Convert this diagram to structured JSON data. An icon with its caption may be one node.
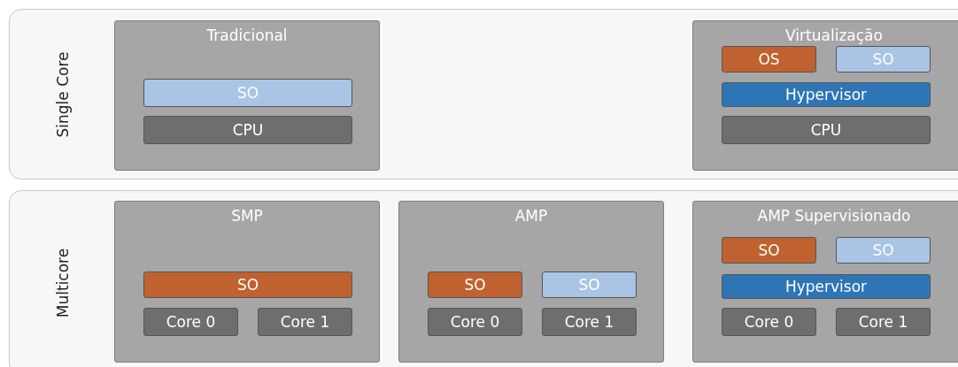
{
  "diagram": {
    "nodes": [
      {
        "text": [
          "Single Core"
        ]
      },
      {
        "text": [
          "Tradicional"
        ],
        "in": 0
      },
      {
        "text": [
          "SO"
        ],
        "in": 1
      },
      {
        "text": [
          "CPU"
        ],
        "in": 1
      },
      {
        "text": [
          "Virtualização"
        ],
        "in": 0
      },
      {
        "text": [
          "OS"
        ],
        "in": 4
      },
      {
        "text": [
          "SO"
        ],
        "in": 4
      },
      {
        "text": [
          "Hypervisor"
        ],
        "in": 4
      },
      {
        "text": [
          "CPU"
        ],
        "in": 4
      },
      {
        "text": [
          "Multicore"
        ]
      },
      {
        "text": [
          "SMP"
        ],
        "in": 9
      },
      {
        "text": [
          "SO"
        ],
        "in": 10
      },
      {
        "text": [
          "Core 0"
        ],
        "in": 10
      },
      {
        "text": [
          "Core 1"
        ],
        "in": 10
      },
      {
        "text": [
          "AMP"
        ],
        "in": 9
      },
      {
        "text": [
          "SO"
        ],
        "in": 14
      },
      {
        "text": [
          "SO"
        ],
        "in": 14
      },
      {
        "text": [
          "Core 0"
        ],
        "in": 14
      },
      {
        "text": [
          "Core 1"
        ],
        "in": 14
      },
      {
        "text": [
          "AMP Supervisionado"
        ],
        "in": 9
      },
      {
        "text": [
          "SO"
        ],
        "in": 19
      },
      {
        "text": [
          "SO"
        ],
        "in": 19
      },
      {
        "text": [
          "Hypervisor"
        ],
        "in": 19
      },
      {
        "text": [
          "Core 0"
        ],
        "in": 19
      },
      {
        "text": [
          "Core 1"
        ],
        "in": 19
      }
    ],
    "edges": []
  }
}
